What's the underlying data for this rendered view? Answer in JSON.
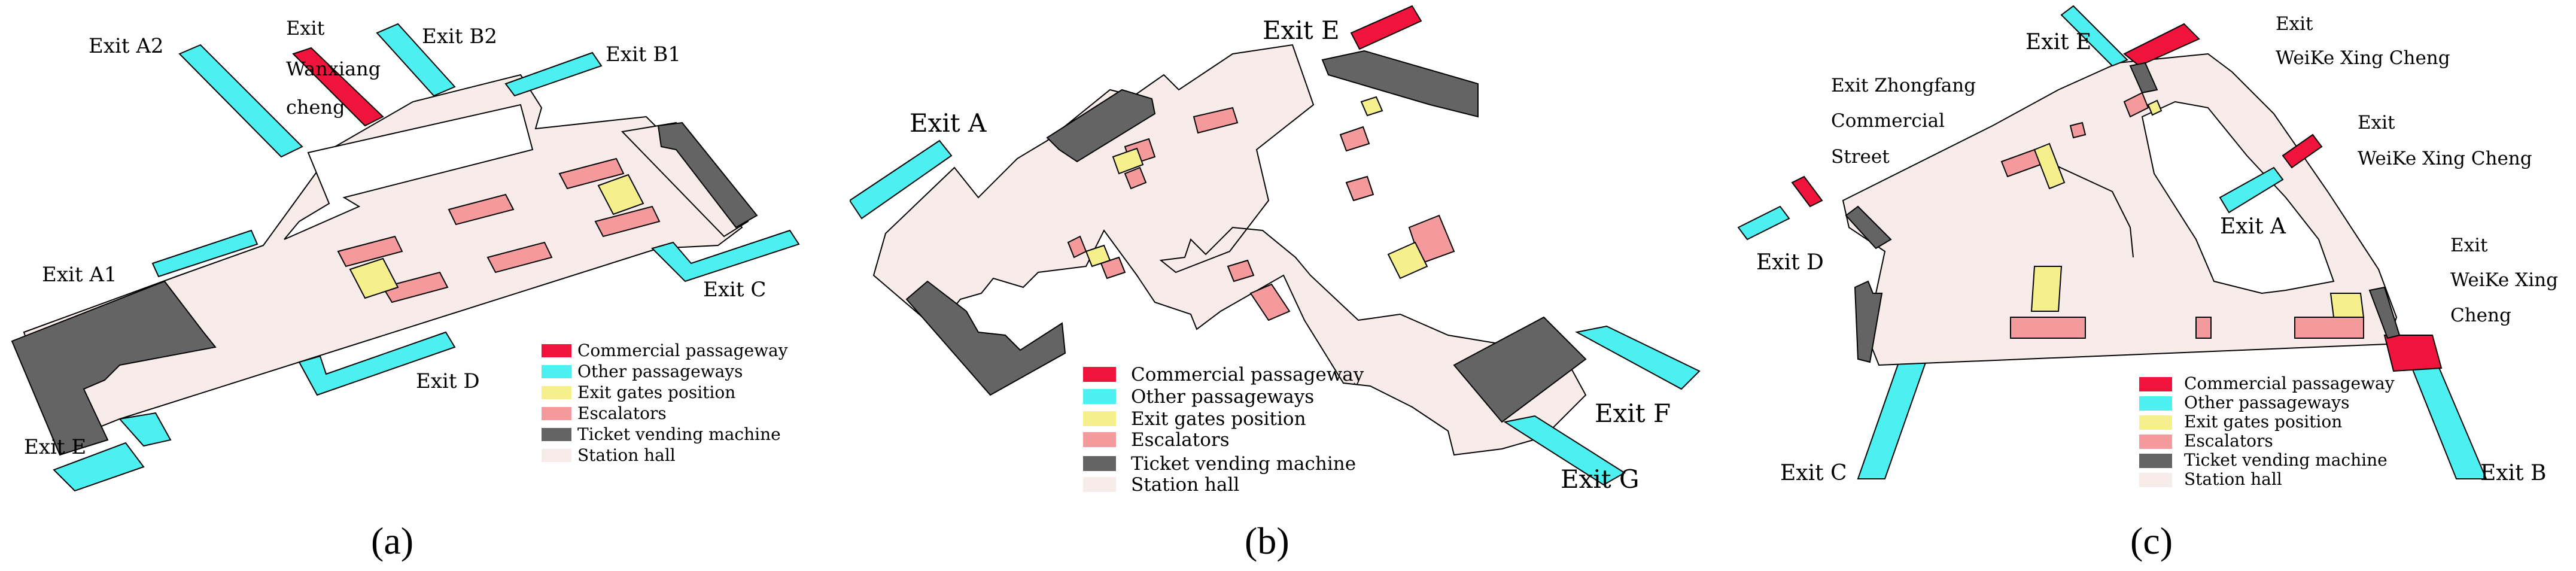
{
  "colors": {
    "commercial": "#f0143c",
    "other": "#4cf0f0",
    "gates": "#f5f08c",
    "escalators": "#f4999c",
    "tvm": "#646464",
    "hall": "#f7ece9"
  },
  "legend_items": [
    "Commercial passageway",
    "Other passageways",
    "Exit gates position",
    "Escalators",
    "Ticket vending machine",
    "Station hall"
  ],
  "panels": [
    {
      "caption": "(a)",
      "labels": {
        "exit_a2": "Exit A2",
        "exit_wanxiang_1": "Exit",
        "exit_wanxiang_2": "Wanxiang",
        "exit_wanxiang_3": "cheng",
        "exit_b2": "Exit B2",
        "exit_b1": "Exit B1",
        "exit_a1": "Exit A1",
        "exit_c": "Exit C",
        "exit_d": "Exit D",
        "exit_e": "Exit E"
      }
    },
    {
      "caption": "(b)",
      "labels": {
        "exit_e": "Exit E",
        "exit_a": "Exit A",
        "exit_f": "Exit F",
        "exit_g": "Exit G"
      }
    },
    {
      "caption": "(c)",
      "labels": {
        "exit_e": "Exit E",
        "exit_weike_top_1": "Exit",
        "exit_weike_top_2": "WeiKe Xing Cheng",
        "exit_zhongfang_1": "Exit Zhongfang",
        "exit_zhongfang_2": "Commercial",
        "exit_zhongfang_3": "Street",
        "exit_weike_mid_1": "Exit",
        "exit_weike_mid_2": "WeiKe Xing Cheng",
        "exit_a": "Exit A",
        "exit_d": "Exit D",
        "exit_weike_right_1": "Exit",
        "exit_weike_right_2": "WeiKe Xing",
        "exit_weike_right_3": "Cheng",
        "exit_c": "Exit C",
        "exit_b": "Exit B"
      }
    }
  ]
}
